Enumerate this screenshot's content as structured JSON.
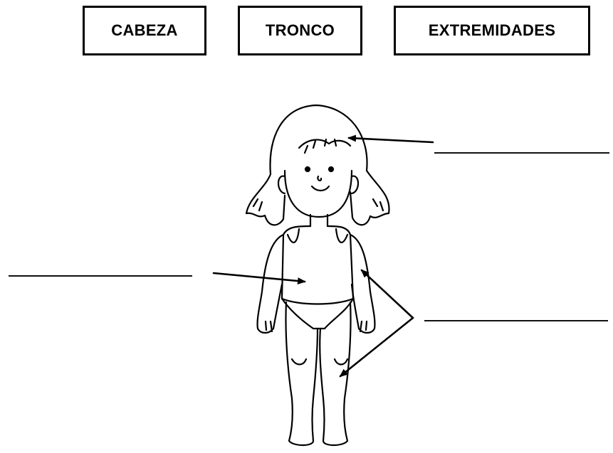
{
  "word_bank": {
    "head": "CABEZA",
    "trunk": "TRONCO",
    "limbs": "EXTREMIDADES"
  },
  "answers": {
    "head": "",
    "trunk": "",
    "limbs": ""
  },
  "colors": {
    "ink": "#000000",
    "paper": "#ffffff"
  }
}
